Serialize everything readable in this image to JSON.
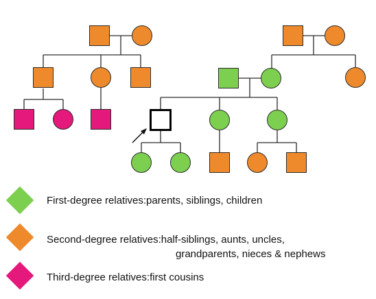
{
  "colors": {
    "first_degree": "#7dcf4f",
    "second_degree": "#ee8a2b",
    "third_degree": "#e5187c",
    "proband": "#ffffff",
    "line": "#2b2b2b"
  },
  "legend": {
    "first_degree": {
      "label": "First-degree relatives:parents, siblings, children",
      "icon": "green-diamond"
    },
    "second_degree": {
      "label_line1": "Second-degree relatives:half-siblings, aunts, uncles,",
      "label_line2": "grandparents, nieces & nephews",
      "icon": "orange-diamond"
    },
    "third_degree": {
      "label": "Third-degree relatives:first cousins",
      "icon": "magenta-diamond"
    }
  },
  "pedigree": {
    "symbols": {
      "male": "square",
      "female": "circle"
    },
    "proband_marker": "arrow-icon",
    "individuals": [
      {
        "id": "paternal-grandfather",
        "sex": "male",
        "degree": "second"
      },
      {
        "id": "paternal-grandmother",
        "sex": "female",
        "degree": "second"
      },
      {
        "id": "maternal-grandfather",
        "sex": "male",
        "degree": "second"
      },
      {
        "id": "maternal-grandmother",
        "sex": "female",
        "degree": "second"
      },
      {
        "id": "paternal-uncle-1",
        "sex": "male",
        "degree": "second"
      },
      {
        "id": "paternal-aunt",
        "sex": "female",
        "degree": "second"
      },
      {
        "id": "paternal-uncle-2",
        "sex": "male",
        "degree": "second"
      },
      {
        "id": "father",
        "sex": "male",
        "degree": "first"
      },
      {
        "id": "mother",
        "sex": "female",
        "degree": "first"
      },
      {
        "id": "maternal-aunt",
        "sex": "female",
        "degree": "second"
      },
      {
        "id": "cousin-1",
        "sex": "male",
        "degree": "third"
      },
      {
        "id": "cousin-2",
        "sex": "female",
        "degree": "third"
      },
      {
        "id": "cousin-3",
        "sex": "male",
        "degree": "third"
      },
      {
        "id": "proband",
        "sex": "male",
        "degree": "proband"
      },
      {
        "id": "sister-1",
        "sex": "female",
        "degree": "first"
      },
      {
        "id": "sister-2",
        "sex": "female",
        "degree": "first"
      },
      {
        "id": "daughter-1",
        "sex": "female",
        "degree": "first"
      },
      {
        "id": "daughter-2",
        "sex": "female",
        "degree": "first"
      },
      {
        "id": "nephew-1",
        "sex": "male",
        "degree": "second"
      },
      {
        "id": "niece",
        "sex": "female",
        "degree": "second"
      },
      {
        "id": "nephew-2",
        "sex": "male",
        "degree": "second"
      }
    ]
  }
}
